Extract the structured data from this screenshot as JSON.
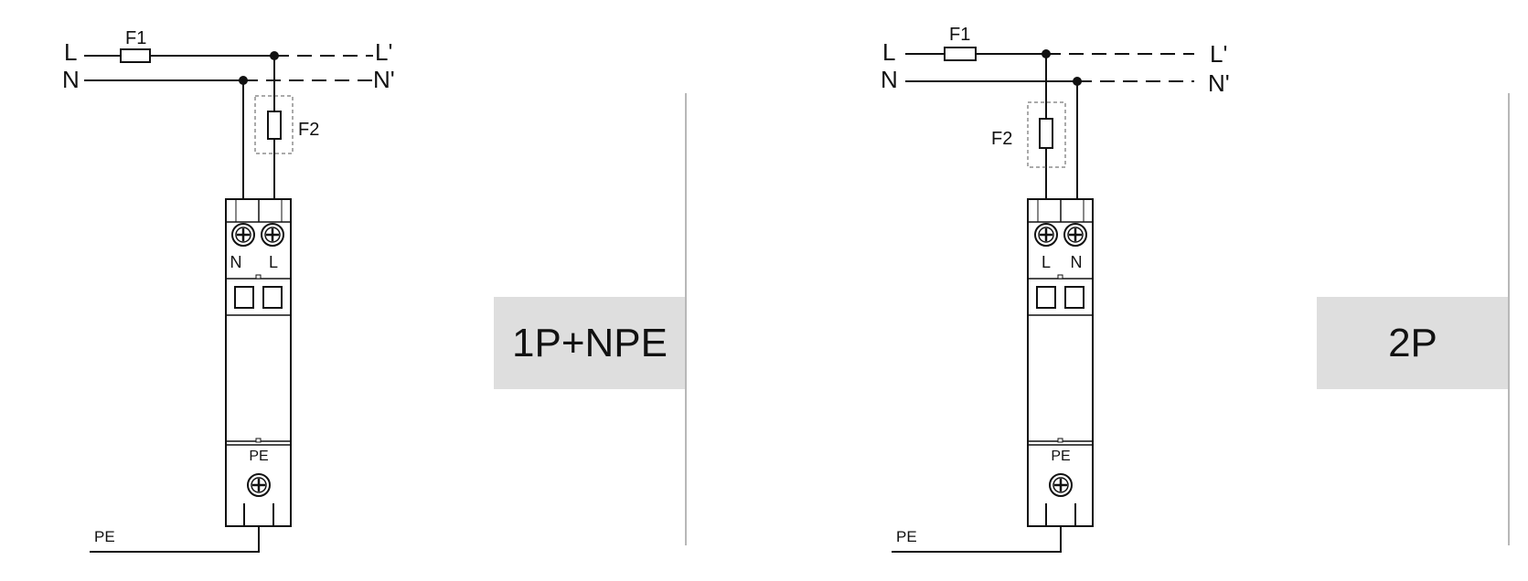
{
  "colors": {
    "line": "#111111",
    "label_box": "#dedede",
    "divider": "#b8b8b8"
  },
  "left_diagram": {
    "config_label": "1P+NPE",
    "line_L": "L",
    "line_L_out": "L'",
    "line_N": "N",
    "line_N_out": "N'",
    "fuse1": "F1",
    "fuse2": "F2",
    "terminal_left": "N",
    "terminal_right": "L",
    "pe_terminal": "PE",
    "pe_wire": "PE"
  },
  "right_diagram": {
    "config_label": "2P",
    "line_L": "L",
    "line_L_out": "L'",
    "line_N": "N",
    "line_N_out": "N'",
    "fuse1": "F1",
    "fuse2": "F2",
    "terminal_left": "L",
    "terminal_right": "N",
    "pe_terminal": "PE",
    "pe_wire": "PE"
  }
}
